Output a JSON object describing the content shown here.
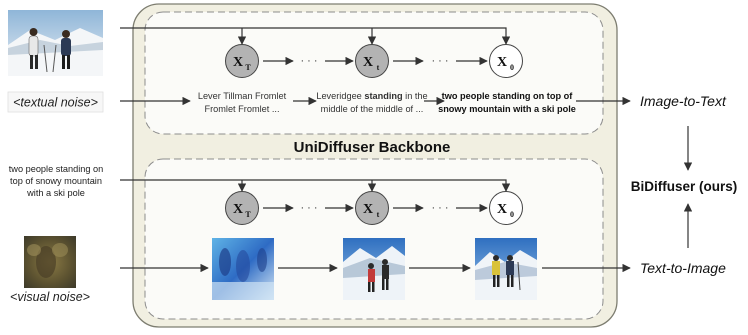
{
  "backbone_label": "UniDiffuser Backbone",
  "outputs": {
    "image_to_text": "Image-to-Text",
    "text_to_image": "Text-to-Image"
  },
  "bidiffuser_label": "BiDiffuser (ours)",
  "inputs": {
    "textual_noise": "<textual noise>",
    "visual_noise": "<visual noise>",
    "prompt_lines": [
      "two people standing on",
      "top of snowy mountain",
      "with a ski pole"
    ]
  },
  "top_row": {
    "nodes": [
      {
        "symbol": "X",
        "sub": "T"
      },
      {
        "symbol": "X",
        "sub": "t"
      },
      {
        "symbol": "X",
        "sub": "0"
      }
    ],
    "ellipsis": "· · ·",
    "text_t_T": [
      "Lever Tillman Fromlet",
      "Fromlet Fromlet ..."
    ],
    "text_t_t": {
      "line1_pre": "Leveridgee ",
      "line1_bold": "standing",
      "line1_post": " in the",
      "line2": "middle of the middle of ..."
    },
    "text_t_0": [
      "two people standing on top of",
      "snowy mountain with a ski pole"
    ]
  },
  "bottom_row": {
    "nodes": [
      {
        "symbol": "X",
        "sub": "T"
      },
      {
        "symbol": "X",
        "sub": "t"
      },
      {
        "symbol": "X",
        "sub": "0"
      }
    ],
    "ellipsis": "· · ·",
    "image_states": [
      "noisy-image",
      "partially-denoised-image",
      "final-image"
    ]
  },
  "colors": {
    "panel_fill": "#f1efe1",
    "panel_stroke": "#7d7d70",
    "inner_fill": "#fbfbf8",
    "node_gray": "#b3b3b3",
    "line": "#333333"
  }
}
